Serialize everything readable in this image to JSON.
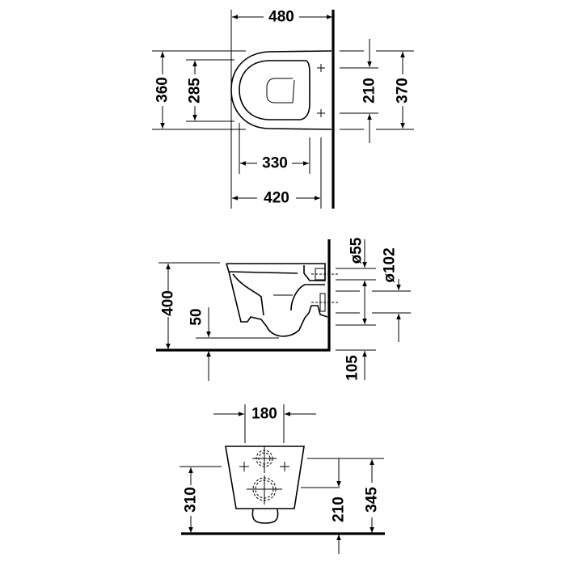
{
  "top_view": {
    "width_480": "480",
    "depth_360": "360",
    "seat_285": "285",
    "fix_210": "210",
    "depth_370": "370",
    "seat_330": "330",
    "width_420": "420"
  },
  "side_view": {
    "height_400": "400",
    "outlet_50": "50",
    "dia_55": "ø55",
    "dia_102": "ø102",
    "dim_105": "105"
  },
  "front_view": {
    "width_180": "180",
    "height_310": "310",
    "height_210": "210",
    "height_345": "345"
  }
}
